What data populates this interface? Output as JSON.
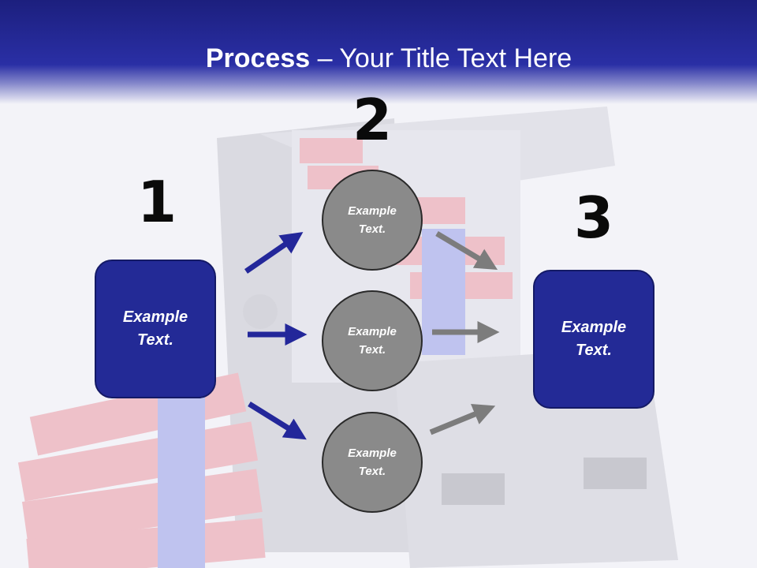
{
  "title": {
    "bold": "Process",
    "rest": " – Your Title Text Here"
  },
  "steps": [
    {
      "number": "1"
    },
    {
      "number": "2"
    },
    {
      "number": "3"
    }
  ],
  "boxes": [
    {
      "text": "Example\nText."
    },
    {
      "text": "Example\nText."
    }
  ],
  "circles": [
    {
      "text": "Example\nText."
    },
    {
      "text": "Example\nText."
    },
    {
      "text": "Example\nText."
    }
  ],
  "colors": {
    "header": "#2a2fa5",
    "box": "#232a96",
    "circle": "#8a8a8a",
    "arrow_blue": "#23279a",
    "arrow_gray": "#7c7c7c"
  }
}
